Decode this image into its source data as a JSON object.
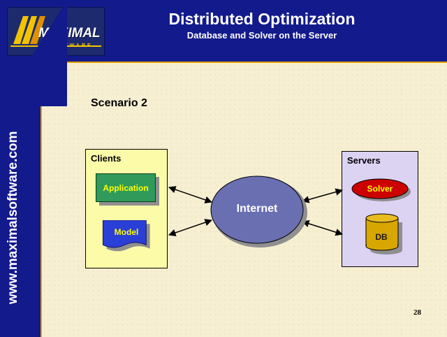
{
  "header": {
    "title": "Distributed Optimization",
    "subtitle": "Database and Solver on the Server"
  },
  "logo": {
    "name": "MAXIMAL",
    "sub": "SOFTWARE"
  },
  "sidebar": {
    "url": "www.maximalsoftware.com"
  },
  "slide": {
    "scenario": "Scenario 2",
    "page_number": "28"
  },
  "diagram": {
    "clients": {
      "label": "Clients",
      "application": "Application",
      "model": "Model"
    },
    "network": {
      "label": "Internet"
    },
    "servers": {
      "label": "Servers",
      "solver": "Solver",
      "db": "DB"
    }
  },
  "colors": {
    "background": "#131a8c",
    "panel": "#f7efd2",
    "panel_border": "#e0a000",
    "clients_fill": "#fcfca8",
    "servers_fill": "#dcd2f2",
    "application_fill": "#2f9a5a",
    "model_fill": "#2a3fd6",
    "internet_fill": "#6a6fb2",
    "solver_fill": "#cc0000",
    "db_fill": "#d8a600",
    "label_yellow": "#ffff00"
  }
}
